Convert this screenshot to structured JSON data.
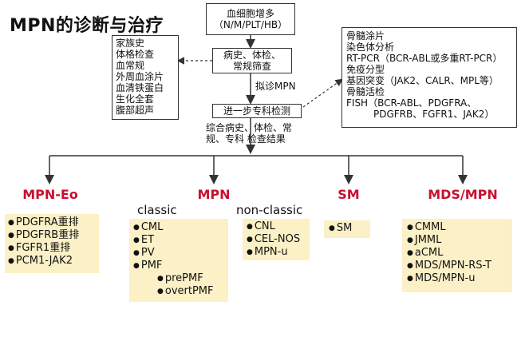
{
  "title": "MPN的诊断与治疗",
  "top_box": {
    "line1": "血细胞增多",
    "line2": "（N/M/PLT/HB）"
  },
  "screen_box": {
    "line1": "病史、体检、",
    "line2": "常规筛查"
  },
  "suspect_label": "拟诊MPN",
  "spec_box": {
    "label": "进一步专科检测"
  },
  "combined_note": {
    "line1": "综合病史、体检、常",
    "line2": "规、专科  检查结果"
  },
  "left_list": [
    "家族史",
    "体格检查",
    "血常规",
    "外周血涂片",
    "血清铁蛋白",
    "生化全套",
    "腹部超声"
  ],
  "right_list": [
    "骨髓涂片",
    "染色体分析",
    "RT-PCR（BCR-ABL或多重RT-PCR）",
    "免疫分型",
    "基因突变（JAK2、CALR、MPL等）",
    "骨髓活检",
    "FISH（BCR-ABL、PDGFRA、",
    "PDGFRB、FGFR1、JAK2）"
  ],
  "categories": [
    {
      "name": "MPN-Eo",
      "items": [
        "PDGFRA重排",
        "PDGFRB重排",
        "FGFR1重排",
        "PCM1-JAK2"
      ]
    },
    {
      "name": "MPN",
      "classic_label": "classic",
      "nonclassic_label": "non-classic",
      "classic_items": [
        "CML",
        "ET",
        "PV",
        "PMF"
      ],
      "pmf_sub": [
        "prePMF",
        "overtPMF"
      ],
      "nonclassic_items": [
        "CNL",
        "CEL-NOS",
        "MPN-u"
      ]
    },
    {
      "name": "SM",
      "items": [
        "SM"
      ]
    },
    {
      "name": "MDS/MPN",
      "items": [
        "CMML",
        "JMML",
        "aCML",
        "MDS/MPN-RS-T",
        "MDS/MPN-u"
      ]
    }
  ],
  "colors": {
    "category": "#c8102e",
    "panel": "#fbf0c6",
    "line": "#333333"
  }
}
